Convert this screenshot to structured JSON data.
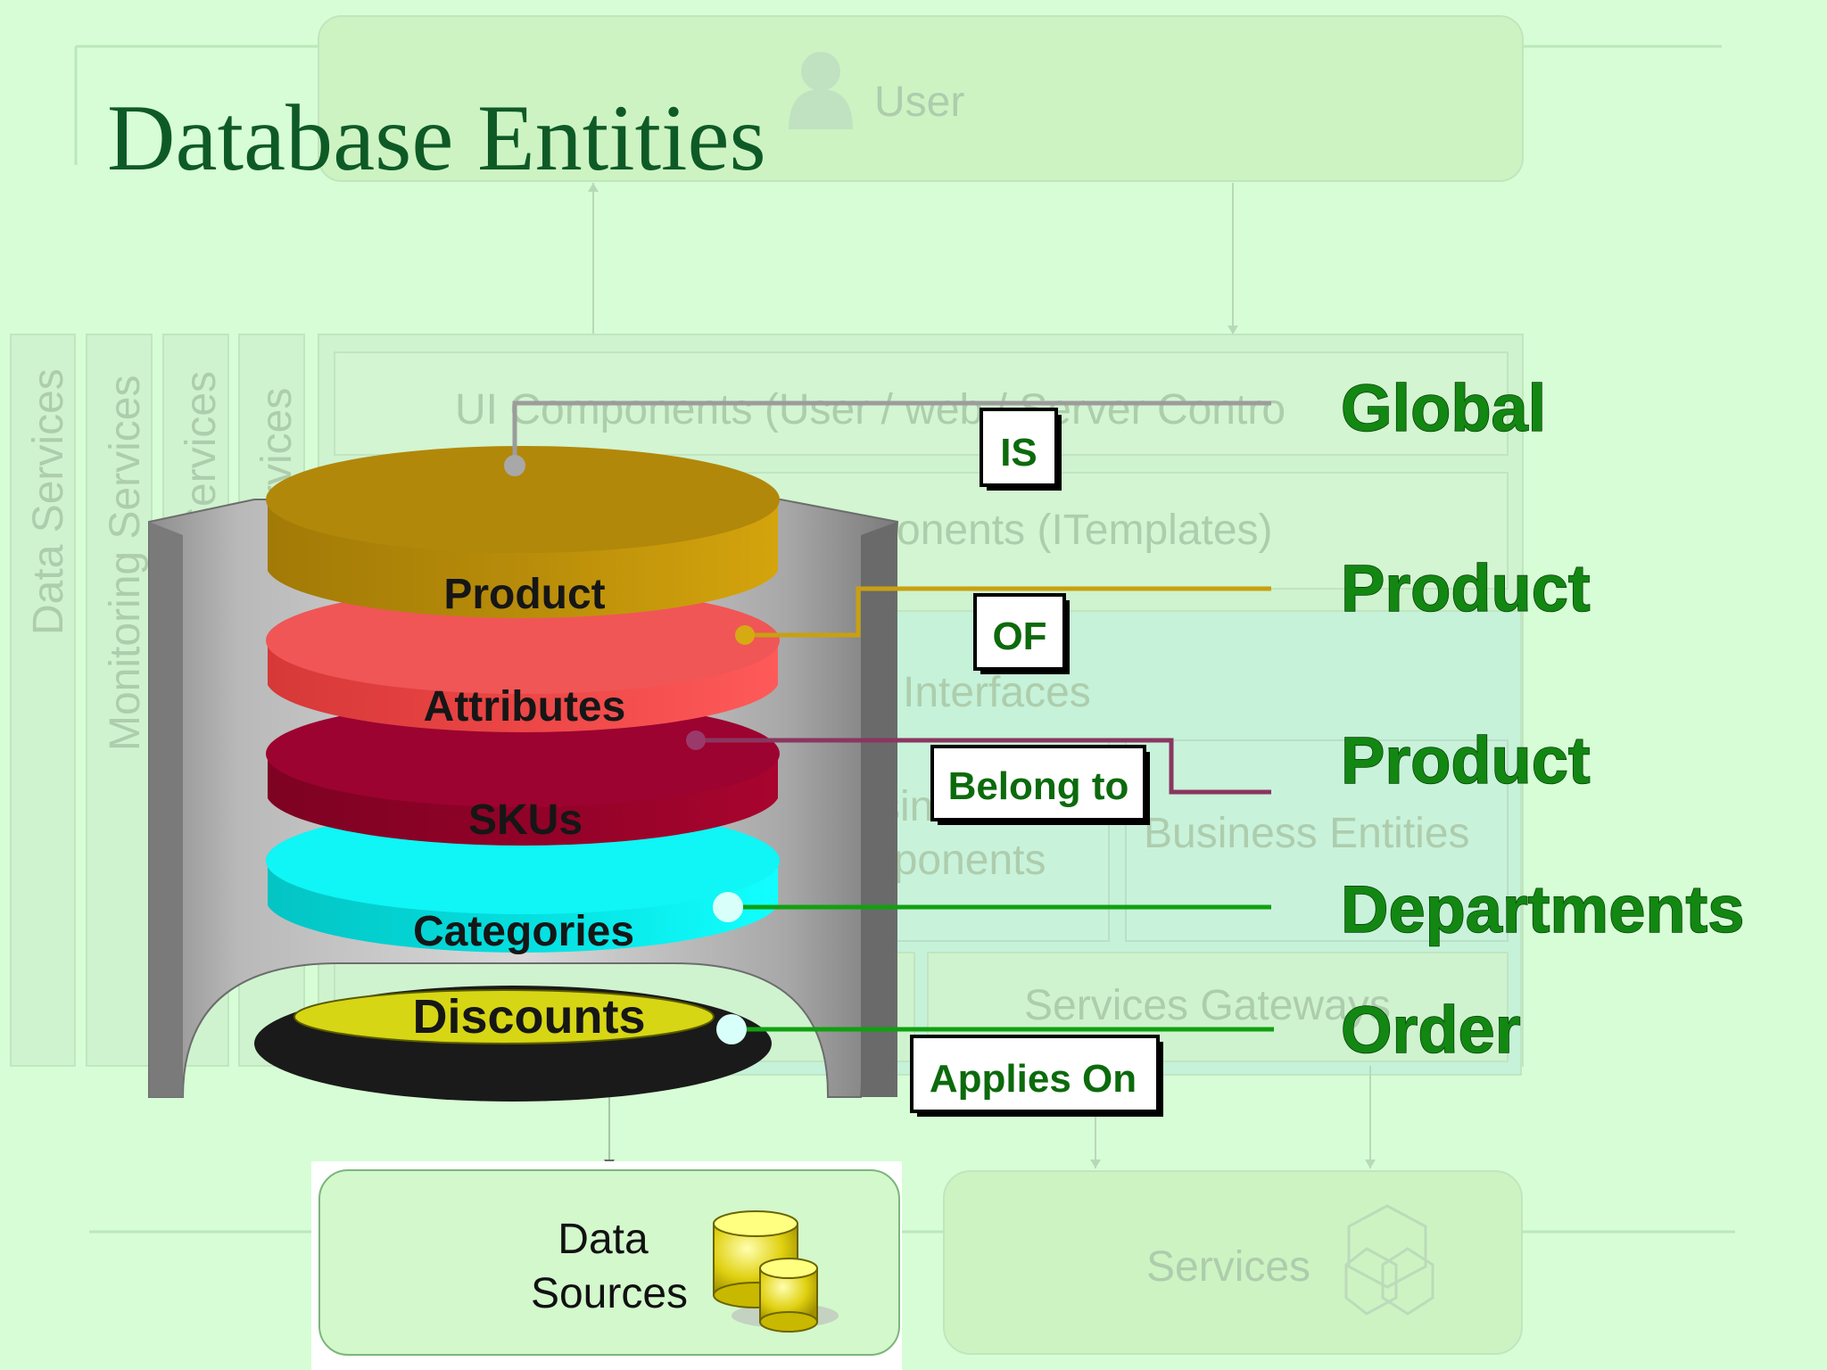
{
  "title": "Database Entities",
  "background": {
    "user_label": "User",
    "vertical_labels": [
      "Data Services",
      "Monitoring Services",
      "Services",
      "rvices"
    ],
    "layer_labels": {
      "ui_components": "UI Components (User / web / Server Contro",
      "templates": "onents (ITemplates)",
      "interfaces": "Interfaces",
      "business_left_1": "sin",
      "business_left_2": "nponents",
      "business_entities": "Business Entities",
      "services_left": "s",
      "services_gateways": "Services Gateways",
      "services": "Services"
    }
  },
  "disks": [
    {
      "label": "Product",
      "color": "#b48a08"
    },
    {
      "label": "Attributes",
      "color": "#ef4a4a"
    },
    {
      "label": "SKUs",
      "color": "#8f0228"
    },
    {
      "label": "Categories",
      "color": "#05e0e0"
    },
    {
      "label": "Discounts",
      "color": "#d6d614"
    }
  ],
  "relations": [
    {
      "connector": "IS",
      "target": "Global",
      "line_color": "#9c9c9c"
    },
    {
      "connector": "OF",
      "target": "Product",
      "line_color": "#c8a010"
    },
    {
      "connector": "Belong to",
      "target": "Product",
      "line_color": "#8a3660"
    },
    {
      "connector": "",
      "target": "Departments",
      "line_color": "#11a011"
    },
    {
      "connector": "Applies On",
      "target": "Order",
      "line_color": "#11a011"
    }
  ],
  "data_sources": {
    "line1": "Data",
    "line2": "Sources"
  }
}
